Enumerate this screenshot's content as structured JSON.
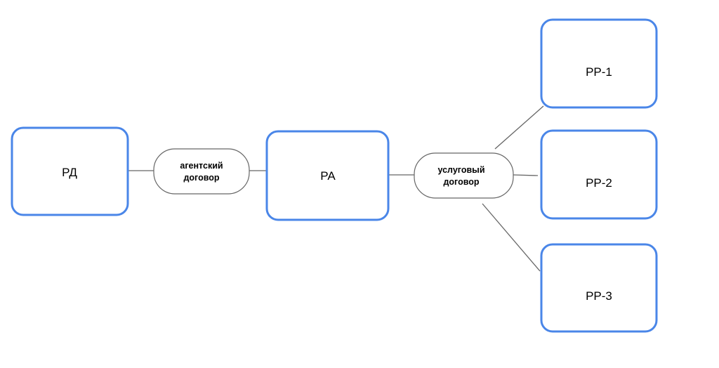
{
  "colors": {
    "box_stroke": "#4a86e8",
    "pill_stroke": "#666666",
    "connector": "#666666",
    "background": "#ffffff"
  },
  "nodes": {
    "rd": "РД",
    "ra": "РА",
    "rr1": "РР-1",
    "rr2": "РР-2",
    "rr3": "РР-3"
  },
  "relations": {
    "agency_line1": "агентский",
    "agency_line2": "договор",
    "service_line1": "услуговый",
    "service_line2": "договор"
  }
}
